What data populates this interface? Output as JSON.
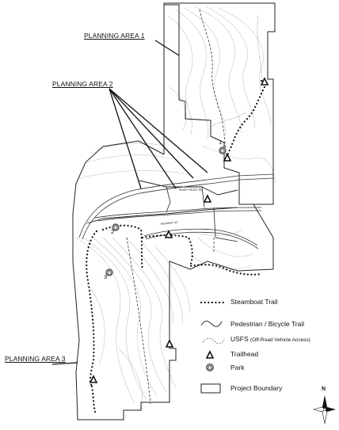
{
  "callouts": {
    "planning_area_1": "PLANNING AREA 1",
    "planning_area_2": "PLANNING AREA 2",
    "planning_area_3": "PLANNING AREA 3"
  },
  "park_numbers": {
    "p1": "1",
    "p2": "2",
    "p3": "3"
  },
  "legend": {
    "steamboat_trail": "Steamboat  Trail",
    "ped_bike_trail": "Pedestrian / Bicycle Trail",
    "usfs_label": "USFS",
    "usfs_note": "(Off-Road Vehicle Access)",
    "trailhead": "Trailhead",
    "park": "Park",
    "project_boundary": "Project Boundary"
  },
  "compass": {
    "north": "N"
  },
  "road_labels": {
    "road_a": "RIVER FRONT RD",
    "road_b": "HIGHWAY 40"
  },
  "colors": {
    "boundary": "#222222",
    "contour": "#b8b8b8",
    "trail_dots": "#111111",
    "park_fill": "#9a9a9a"
  }
}
